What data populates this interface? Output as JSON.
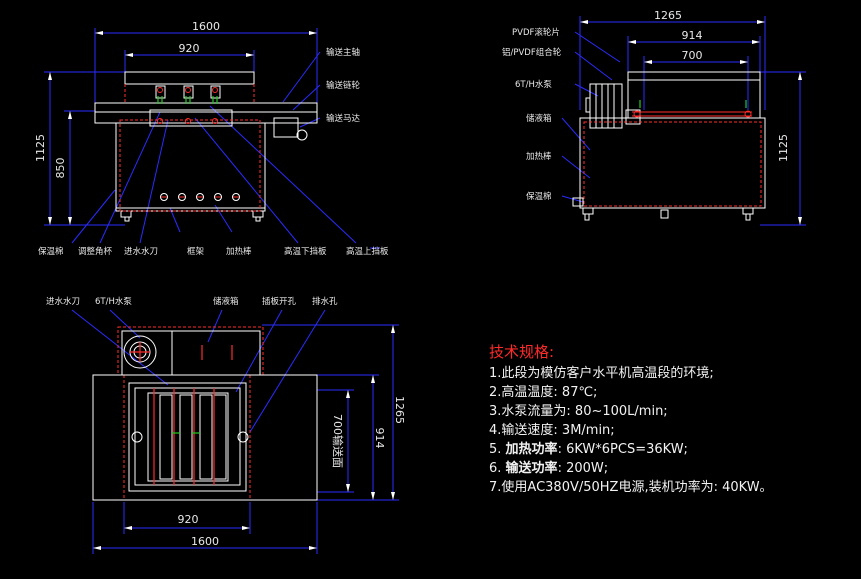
{
  "front_view": {
    "dim_overall": "1600",
    "dim_inner": "920",
    "dim_height": "1125",
    "dim_table": "850",
    "callouts_right": [
      "输送主轴",
      "输送链轮",
      "输送马达"
    ],
    "callouts_bottom": [
      "保温棉",
      "调整角杯",
      "进水水刀",
      "框架",
      "加热棒",
      "高温下挡板",
      "高温上挡板"
    ]
  },
  "side_view": {
    "dim_overall": "1265",
    "dim_mid": "914",
    "dim_inner": "700",
    "dim_height": "1125",
    "callouts_left": [
      "PVDF滚轮片",
      "铝/PVDF组合轮",
      "6T/H水泵",
      "储液箱",
      "加热棒",
      "保温棉"
    ]
  },
  "top_view": {
    "callouts_top": [
      "进水水刀",
      "6T/H水泵",
      "储液箱",
      "插板开孔",
      "排水孔"
    ],
    "dim_width": "920",
    "dim_overall": "1600",
    "dim_height": "1265",
    "dim_mid": "914",
    "dim_conveyor": "700输送面"
  },
  "specs": {
    "title": "技术规格:",
    "lines": [
      {
        "prefix": "1.",
        "bold": "",
        "text": "此段为模仿客户水平机高温段的环境;"
      },
      {
        "prefix": "2.",
        "bold": "",
        "text": "高温温度: 87℃;"
      },
      {
        "prefix": "3.",
        "bold": "",
        "text": "水泵流量为: 80~100L/min;"
      },
      {
        "prefix": "4.",
        "bold": "",
        "text": "输送速度: 3M/min;"
      },
      {
        "prefix": "5. ",
        "bold": "加热功率",
        "text": ": 6KW*6PCS=36KW;"
      },
      {
        "prefix": "6. ",
        "bold": "输送功率",
        "text": ": 200W;"
      },
      {
        "prefix": "7.",
        "bold": "",
        "text": "使用AC380V/50HZ电源,装机功率为: 40KW。"
      }
    ]
  },
  "colors": {
    "background": "#000000",
    "outline": "#ffffff",
    "dimension": "#2b2bff",
    "hidden_line": "#ff2b2b",
    "red_text": "#ff2a2a",
    "green_element": "#22cc22"
  }
}
